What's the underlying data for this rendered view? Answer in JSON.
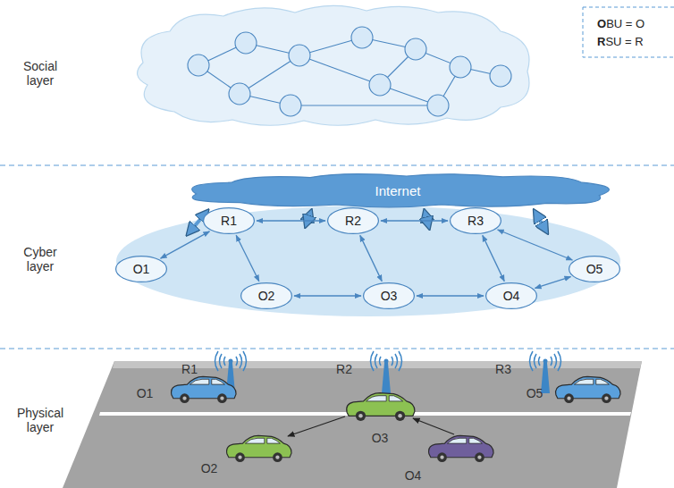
{
  "diagram": {
    "nodes": [
      {
        "text": [
          "Internet"
        ]
      },
      {
        "text": [
          "R1"
        ]
      },
      {
        "text": [
          "R2"
        ]
      },
      {
        "text": [
          "R3"
        ]
      },
      {
        "text": [
          "O1"
        ]
      },
      {
        "text": [
          "O2"
        ]
      },
      {
        "text": [
          "O3"
        ]
      },
      {
        "text": [
          "O4"
        ]
      },
      {
        "text": [
          "O5"
        ]
      }
    ],
    "edges": [
      {
        "from": 4,
        "to": 1,
        "arrow": "both"
      },
      {
        "from": 1,
        "to": 2,
        "arrow": "both"
      },
      {
        "from": 2,
        "to": 3,
        "arrow": "both"
      },
      {
        "from": 3,
        "to": 8,
        "arrow": "both"
      },
      {
        "from": 1,
        "to": 5,
        "arrow": "both"
      },
      {
        "from": 2,
        "to": 6,
        "arrow": "both"
      },
      {
        "from": 5,
        "to": 6,
        "arrow": "both"
      },
      {
        "from": 6,
        "to": 7,
        "arrow": "both"
      },
      {
        "from": 7,
        "to": 3,
        "arrow": "both"
      },
      {
        "from": 7,
        "to": 8,
        "arrow": "both"
      }
    ],
    "labels": [
      "Social layer",
      "Cyber layer",
      "Physical layer",
      "OBU = O",
      "RSU = R",
      "R1",
      "R2",
      "R3",
      "O1",
      "O2",
      "O3",
      "O4",
      "O5"
    ]
  }
}
